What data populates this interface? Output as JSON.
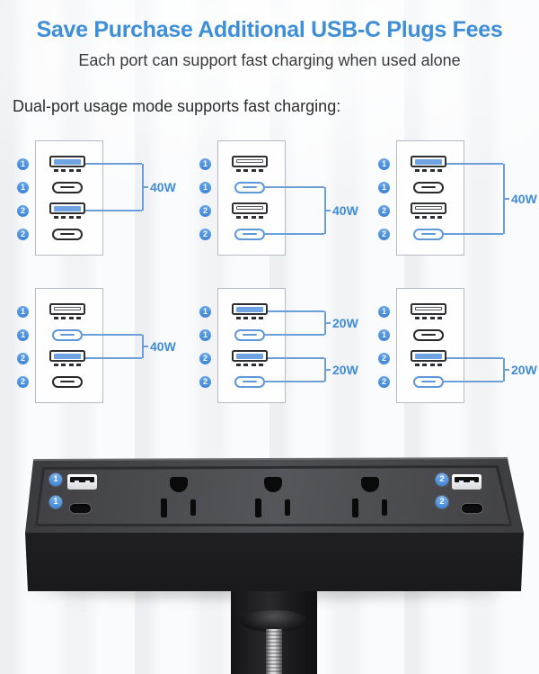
{
  "header": {
    "title": "Save Purchase Additional USB-C Plugs Fees",
    "subtitle": "Each port can support fast charging when used alone"
  },
  "section_label": "Dual-port usage mode supports fast charging:",
  "colors": {
    "accent_blue": "#3e8ed8",
    "active_fill": "#6fa3e3",
    "active_outline": "#5e98d9",
    "inactive_outline": "#28292c",
    "bracket_line": "#6b9fd9",
    "badge_blue": "#4a90dd"
  },
  "diagrams": [
    {
      "name": "mode-1",
      "ports": [
        {
          "badge": "1",
          "type": "usb-a",
          "active": true
        },
        {
          "badge": "1",
          "type": "usb-c",
          "active": false
        },
        {
          "badge": "2",
          "type": "usb-a",
          "active": true
        },
        {
          "badge": "2",
          "type": "usb-c",
          "active": false
        }
      ],
      "brackets": [
        {
          "ports": [
            0,
            2
          ],
          "label": "40W"
        }
      ]
    },
    {
      "name": "mode-2",
      "ports": [
        {
          "badge": "1",
          "type": "usb-a",
          "active": false
        },
        {
          "badge": "1",
          "type": "usb-c",
          "active": true
        },
        {
          "badge": "2",
          "type": "usb-a",
          "active": false
        },
        {
          "badge": "2",
          "type": "usb-c",
          "active": true
        }
      ],
      "brackets": [
        {
          "ports": [
            1,
            3
          ],
          "label": "40W"
        }
      ]
    },
    {
      "name": "mode-3",
      "ports": [
        {
          "badge": "1",
          "type": "usb-a",
          "active": true
        },
        {
          "badge": "1",
          "type": "usb-c",
          "active": false
        },
        {
          "badge": "2",
          "type": "usb-a",
          "active": false
        },
        {
          "badge": "2",
          "type": "usb-c",
          "active": true
        }
      ],
      "brackets": [
        {
          "ports": [
            0,
            3
          ],
          "label": "40W"
        }
      ]
    },
    {
      "name": "mode-4",
      "ports": [
        {
          "badge": "1",
          "type": "usb-a",
          "active": false
        },
        {
          "badge": "1",
          "type": "usb-c",
          "active": true
        },
        {
          "badge": "2",
          "type": "usb-a",
          "active": true
        },
        {
          "badge": "2",
          "type": "usb-c",
          "active": false
        }
      ],
      "brackets": [
        {
          "ports": [
            1,
            2
          ],
          "label": "40W"
        }
      ]
    },
    {
      "name": "mode-5",
      "ports": [
        {
          "badge": "1",
          "type": "usb-a",
          "active": true
        },
        {
          "badge": "1",
          "type": "usb-c",
          "active": true
        },
        {
          "badge": "2",
          "type": "usb-a",
          "active": true
        },
        {
          "badge": "2",
          "type": "usb-c",
          "active": true
        }
      ],
      "brackets": [
        {
          "ports": [
            0,
            1
          ],
          "label": "20W"
        },
        {
          "ports": [
            2,
            3
          ],
          "label": "20W"
        }
      ]
    },
    {
      "name": "mode-6",
      "ports": [
        {
          "badge": "1",
          "type": "usb-a",
          "active": false
        },
        {
          "badge": "1",
          "type": "usb-c",
          "active": false
        },
        {
          "badge": "2",
          "type": "usb-a",
          "active": true
        },
        {
          "badge": "2",
          "type": "usb-c",
          "active": true
        }
      ],
      "brackets": [
        {
          "ports": [
            2,
            3
          ],
          "label": "20W"
        }
      ]
    }
  ],
  "product": {
    "left_ports": [
      {
        "badge": "1",
        "type": "usb-a"
      },
      {
        "badge": "1",
        "type": "usb-c"
      }
    ],
    "right_ports": [
      {
        "badge": "2",
        "type": "usb-a"
      },
      {
        "badge": "2",
        "type": "usb-c"
      }
    ],
    "outlets": 3
  }
}
